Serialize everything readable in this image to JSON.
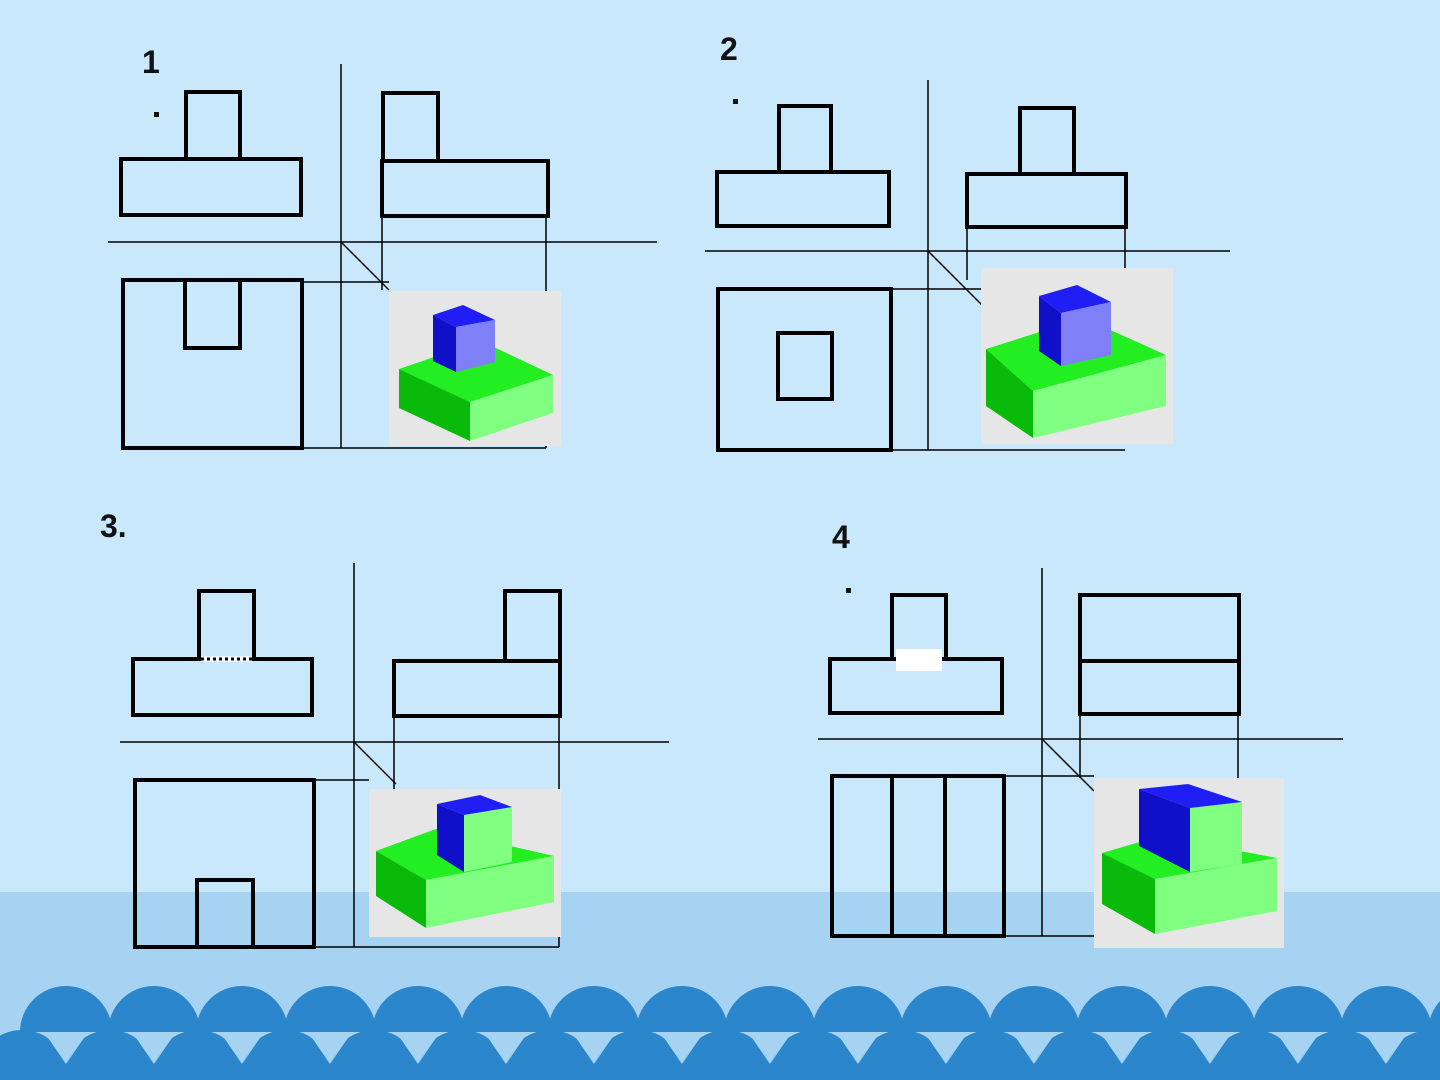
{
  "slide": {
    "colors": {
      "background": "#c9e8fb",
      "band": "#a7d3f2",
      "waves": "#2b86cc",
      "wave_bottom": "#a7d3f2",
      "drawing_lines": "#000000",
      "cube_front": "#1010c8",
      "cube_side": "#7f7ff7",
      "cube_top": "#1f1ff5",
      "base_top": "#22ee22",
      "base_front": "#80ff80",
      "base_side": "#0aba0a",
      "render_bg": "#e6e6e6"
    }
  },
  "panels": [
    {
      "id": "1",
      "label": "1",
      "has_dot": true,
      "model": "cube-on-slab-back-edge"
    },
    {
      "id": "2",
      "label": "2",
      "has_dot": true,
      "model": "cube-on-slab-center"
    },
    {
      "id": "3",
      "label": "3.",
      "has_dot": false,
      "model": "t-block-with-cube"
    },
    {
      "id": "4",
      "label": "4",
      "has_dot": true,
      "model": "t-block-full-depth"
    }
  ]
}
